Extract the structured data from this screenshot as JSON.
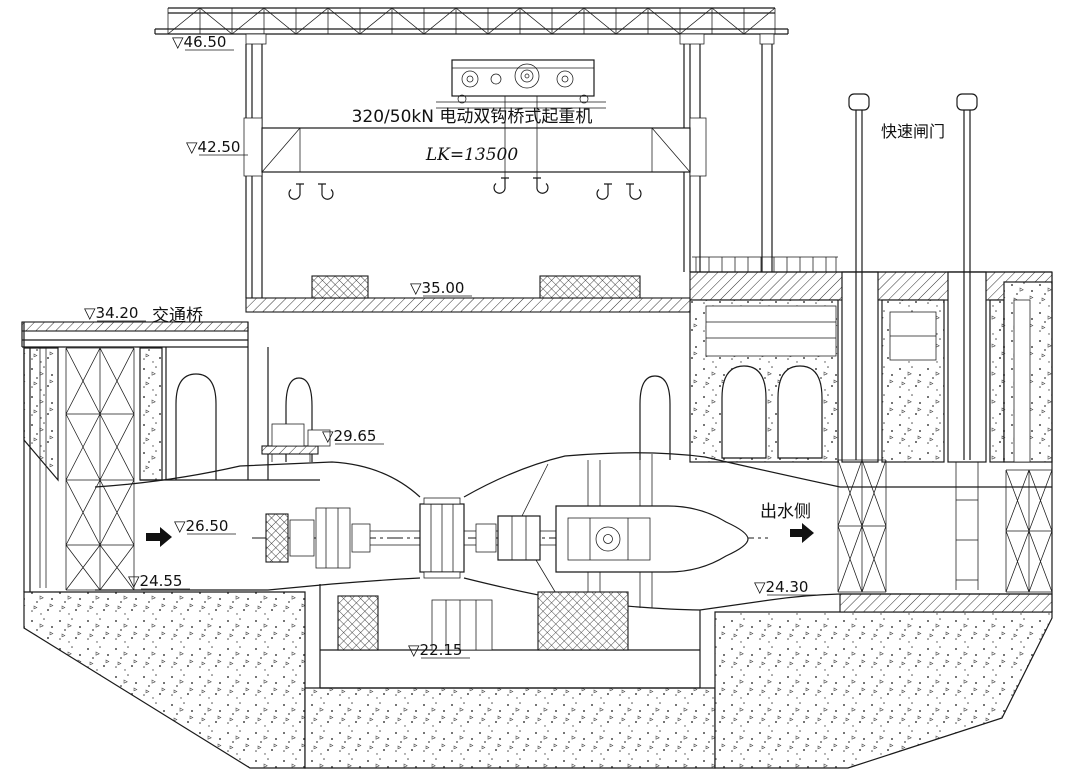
{
  "drawing": {
    "type": "pump-station-cross-section",
    "line_color": "#1a1a1a",
    "background_color": "#ffffff",
    "crane_label": "320/50kN 电动双钩桥式起重机",
    "crane_span_label": "LK=13500",
    "quick_gate_label": "快速闸门",
    "traffic_bridge_label": "交通桥",
    "outlet_side_label": "出水侧",
    "elevations": [
      {
        "name": "roof-level",
        "label": "▽46.50"
      },
      {
        "name": "crane-rail-level",
        "label": "▽42.50"
      },
      {
        "name": "machine-floor-level",
        "label": "▽35.00"
      },
      {
        "name": "traffic-bridge-level",
        "label": "▽34.20"
      },
      {
        "name": "auxiliary-platform-level",
        "label": "▽29.65"
      },
      {
        "name": "inlet-water-level",
        "label": "▽26.50"
      },
      {
        "name": "inlet-floor-level",
        "label": "▽24.55"
      },
      {
        "name": "outlet-floor-level",
        "label": "▽24.30"
      },
      {
        "name": "draft-tube-floor-level",
        "label": "▽22.15"
      }
    ]
  }
}
